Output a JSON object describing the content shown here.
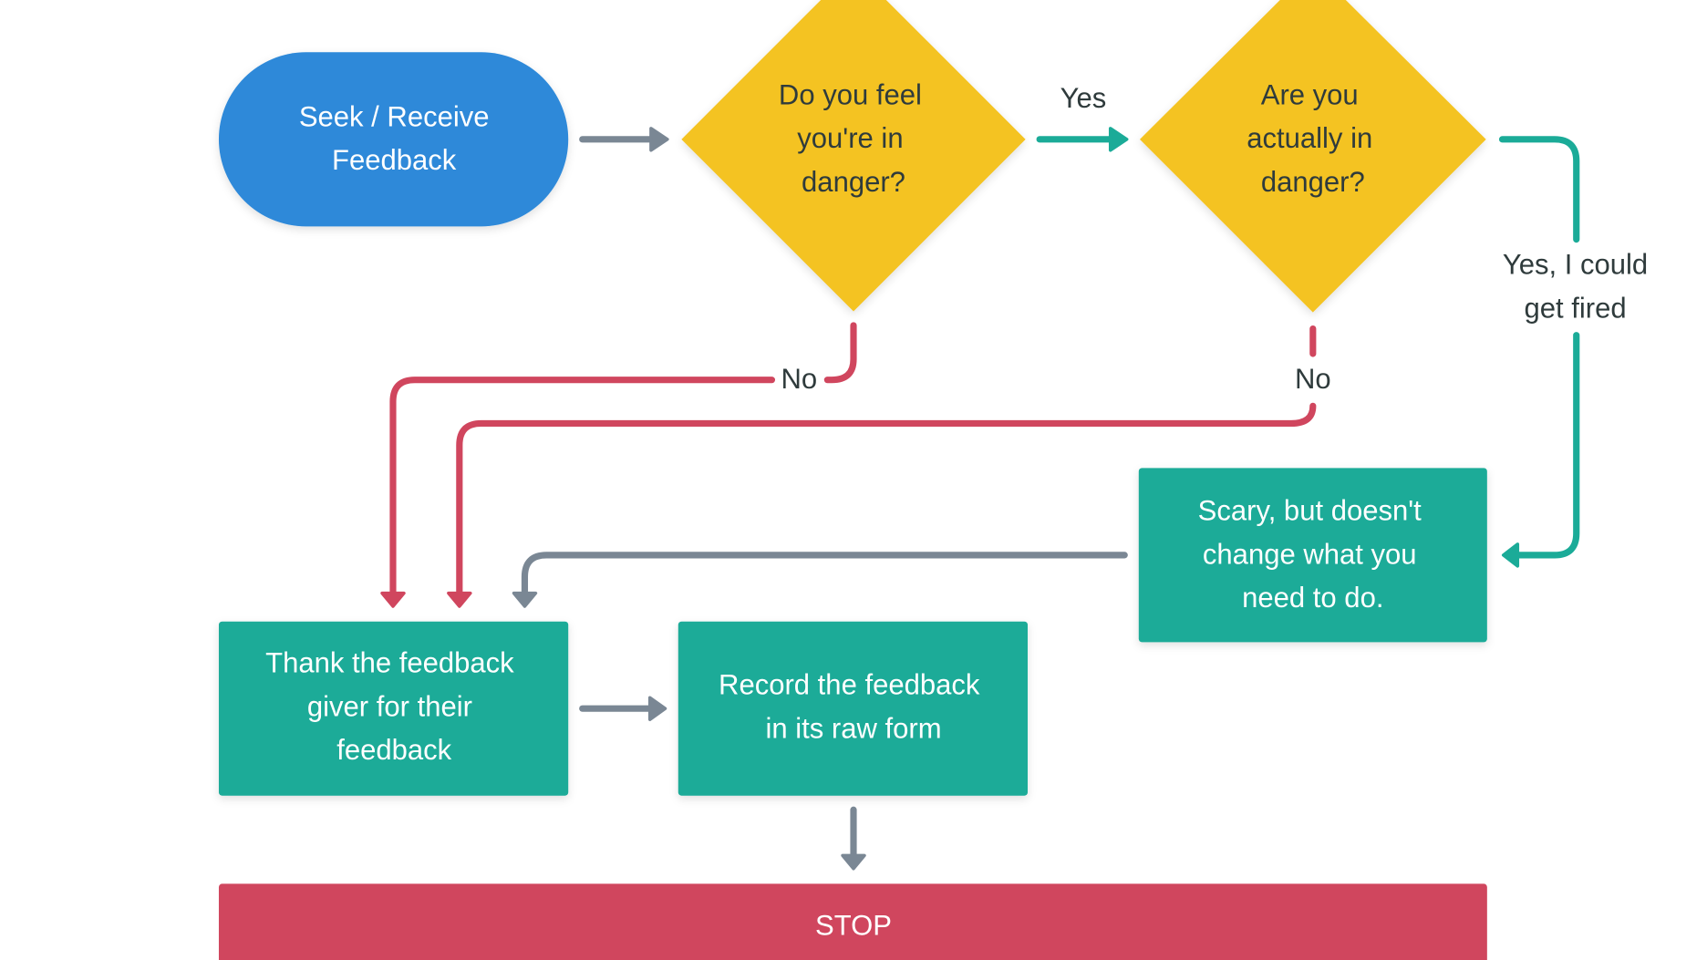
{
  "colors": {
    "start": "#2e89d9",
    "decision": "#f4c324",
    "process": "#1bab98",
    "stop": "#d0465e",
    "no_path": "#d0465e",
    "yes_path": "#1bab98",
    "neutral_path": "#7a8794",
    "text_dark": "#2f3b3c"
  },
  "nodes": {
    "start": {
      "line1": "Seek / Receive",
      "line2": "Feedback"
    },
    "decision1": {
      "line1": "Do you feel",
      "line2": "you're in",
      "line3": "danger?"
    },
    "decision2": {
      "line1": "Are you",
      "line2": "actually in",
      "line3": "danger?"
    },
    "scary": {
      "line1": "Scary, but doesn't",
      "line2": "change what you",
      "line3": "need to do."
    },
    "thank": {
      "line1": "Thank the feedback",
      "line2": "giver for their",
      "line3": "feedback"
    },
    "record": {
      "line1": "Record the feedback",
      "line2": "in its raw form"
    },
    "stop": {
      "label": "STOP"
    }
  },
  "edges": {
    "yes_label": "Yes",
    "no_label_1": "No",
    "no_label_2": "No",
    "fired_line1": "Yes, I could",
    "fired_line2": "get fired"
  }
}
